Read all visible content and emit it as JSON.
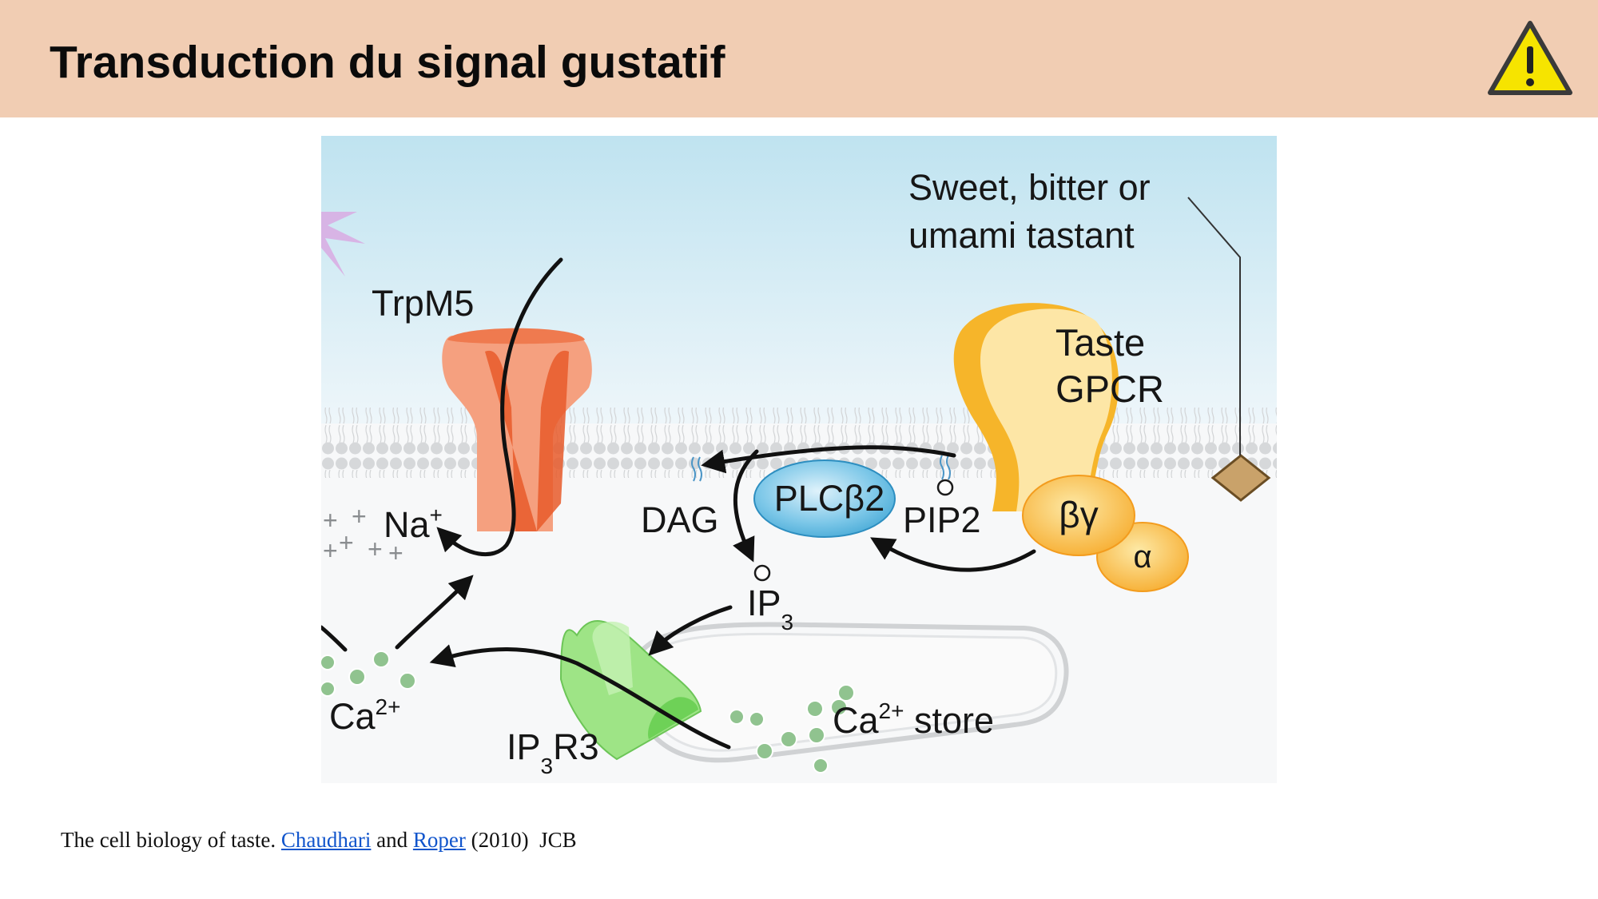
{
  "header": {
    "title": "Transduction du signal gustatif",
    "warning_icon": "warning-triangle-icon"
  },
  "figure": {
    "labels": {
      "tastant_line1": "Sweet, bitter or",
      "tastant_line2": "umami tastant",
      "receptor_line1": "Taste",
      "receptor_line2": "GPCR",
      "channel": "TrpM5",
      "plc": "PLCβ2",
      "dag": "DAG",
      "pip2": "PIP2",
      "beta_gamma": "βγ",
      "alpha": "α",
      "ip3_base": "IP",
      "ip3_sub": "3",
      "ip3r3_a": "IP",
      "ip3r3_sub": "3",
      "ip3r3_b": "R3",
      "na_base": "Na",
      "na_sup": "+",
      "ca_base": "Ca",
      "ca_sup": "2+",
      "store_base": "Ca",
      "store_sup": "2+",
      "store_suffix": " store"
    },
    "colors": {
      "extracellular": "#cfe9f4",
      "membrane": "#d9dcde",
      "trpm5": "#ef6a3c",
      "gpcr": "#f8c64a",
      "plc": "#6fc2e6",
      "ip3r3": "#8fe07a",
      "calcium": "#8fbf8f"
    }
  },
  "caption": {
    "text_before": "The cell biology of taste. ",
    "author1": "Chaudhari",
    "between": " and ",
    "author2": "Roper",
    "after": " (2010)  JCB"
  }
}
